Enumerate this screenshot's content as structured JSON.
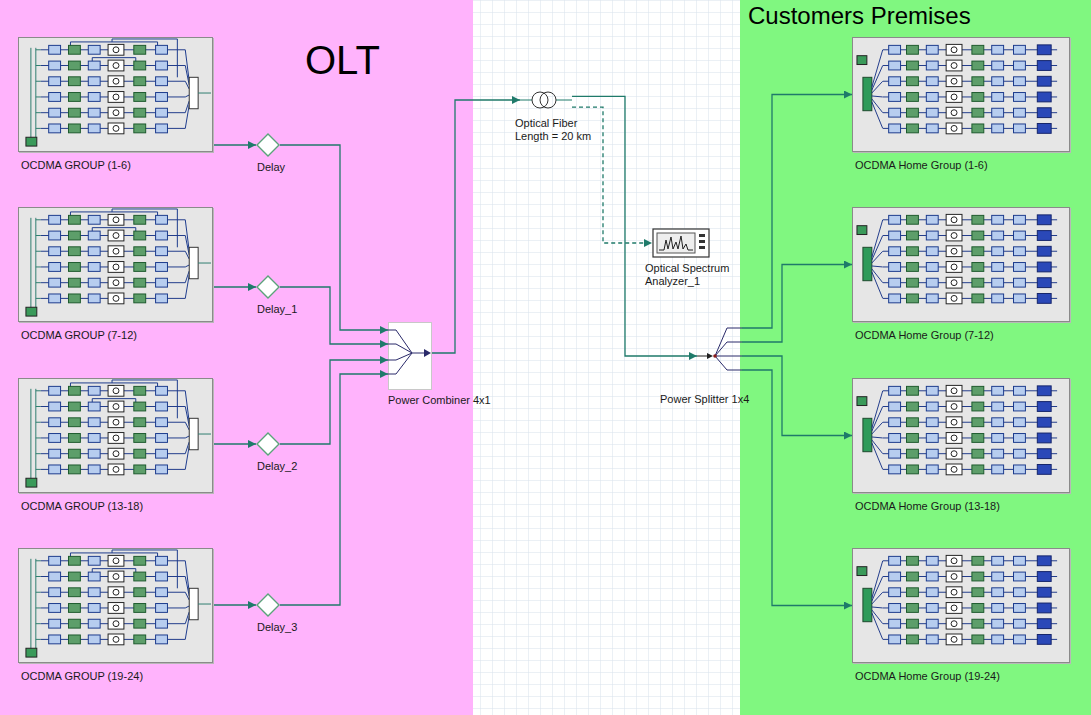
{
  "diagram": {
    "nodes": [
      {
        "text": [
          "OLT"
        ]
      },
      {
        "text": [
          "OCDMA GROUP (1-6)"
        ],
        "in": 0
      },
      {
        "text": [
          "OCDMA GROUP (7-12)"
        ],
        "in": 0
      },
      {
        "text": [
          "OCDMA GROUP (13-18)"
        ],
        "in": 0
      },
      {
        "text": [
          "OCDMA GROUP (19-24)"
        ],
        "in": 0
      },
      {
        "text": [
          "Delay"
        ],
        "in": 0
      },
      {
        "text": [
          "Delay_1"
        ],
        "in": 0
      },
      {
        "text": [
          "Delay_2"
        ],
        "in": 0
      },
      {
        "text": [
          "Delay_3"
        ],
        "in": 0
      },
      {
        "text": [
          "Power Combiner 4x1"
        ],
        "in": 0
      },
      {
        "text": [
          "Optical Fiber Length = 20 km"
        ]
      },
      {
        "text": [
          "Optical Spectrum Analyzer_1"
        ]
      },
      {
        "text": [
          "Power Splitter 1x4"
        ]
      },
      {
        "text": [
          "Customers Premises"
        ]
      },
      {
        "text": [
          "OCDMA Home Group (1-6)"
        ],
        "in": 13
      },
      {
        "text": [
          "OCDMA Home Group (7-12)"
        ],
        "in": 13
      },
      {
        "text": [
          "OCDMA Home Group (13-18)"
        ],
        "in": 13
      },
      {
        "text": [
          "OCDMA Home Group (19-24)"
        ],
        "in": 13
      }
    ],
    "edges": [
      {
        "from": 1,
        "to": 5,
        "arrow": "to"
      },
      {
        "from": 2,
        "to": 6,
        "arrow": "to"
      },
      {
        "from": 3,
        "to": 7,
        "arrow": "to"
      },
      {
        "from": 4,
        "to": 8,
        "arrow": "to"
      },
      {
        "from": 5,
        "to": 9,
        "arrow": "to"
      },
      {
        "from": 6,
        "to": 9,
        "arrow": "to"
      },
      {
        "from": 7,
        "to": 9,
        "arrow": "to"
      },
      {
        "from": 8,
        "to": 9,
        "arrow": "to"
      },
      {
        "from": 9,
        "to": 10,
        "arrow": "to"
      },
      {
        "from": 10,
        "to": 11,
        "arrow": "to"
      },
      {
        "from": 10,
        "to": 12,
        "arrow": "to"
      },
      {
        "from": 12,
        "to": 14,
        "arrow": "to"
      },
      {
        "from": 12,
        "to": 15,
        "arrow": "to"
      },
      {
        "from": 12,
        "to": 16,
        "arrow": "to"
      },
      {
        "from": 12,
        "to": 17,
        "arrow": "to"
      }
    ]
  }
}
